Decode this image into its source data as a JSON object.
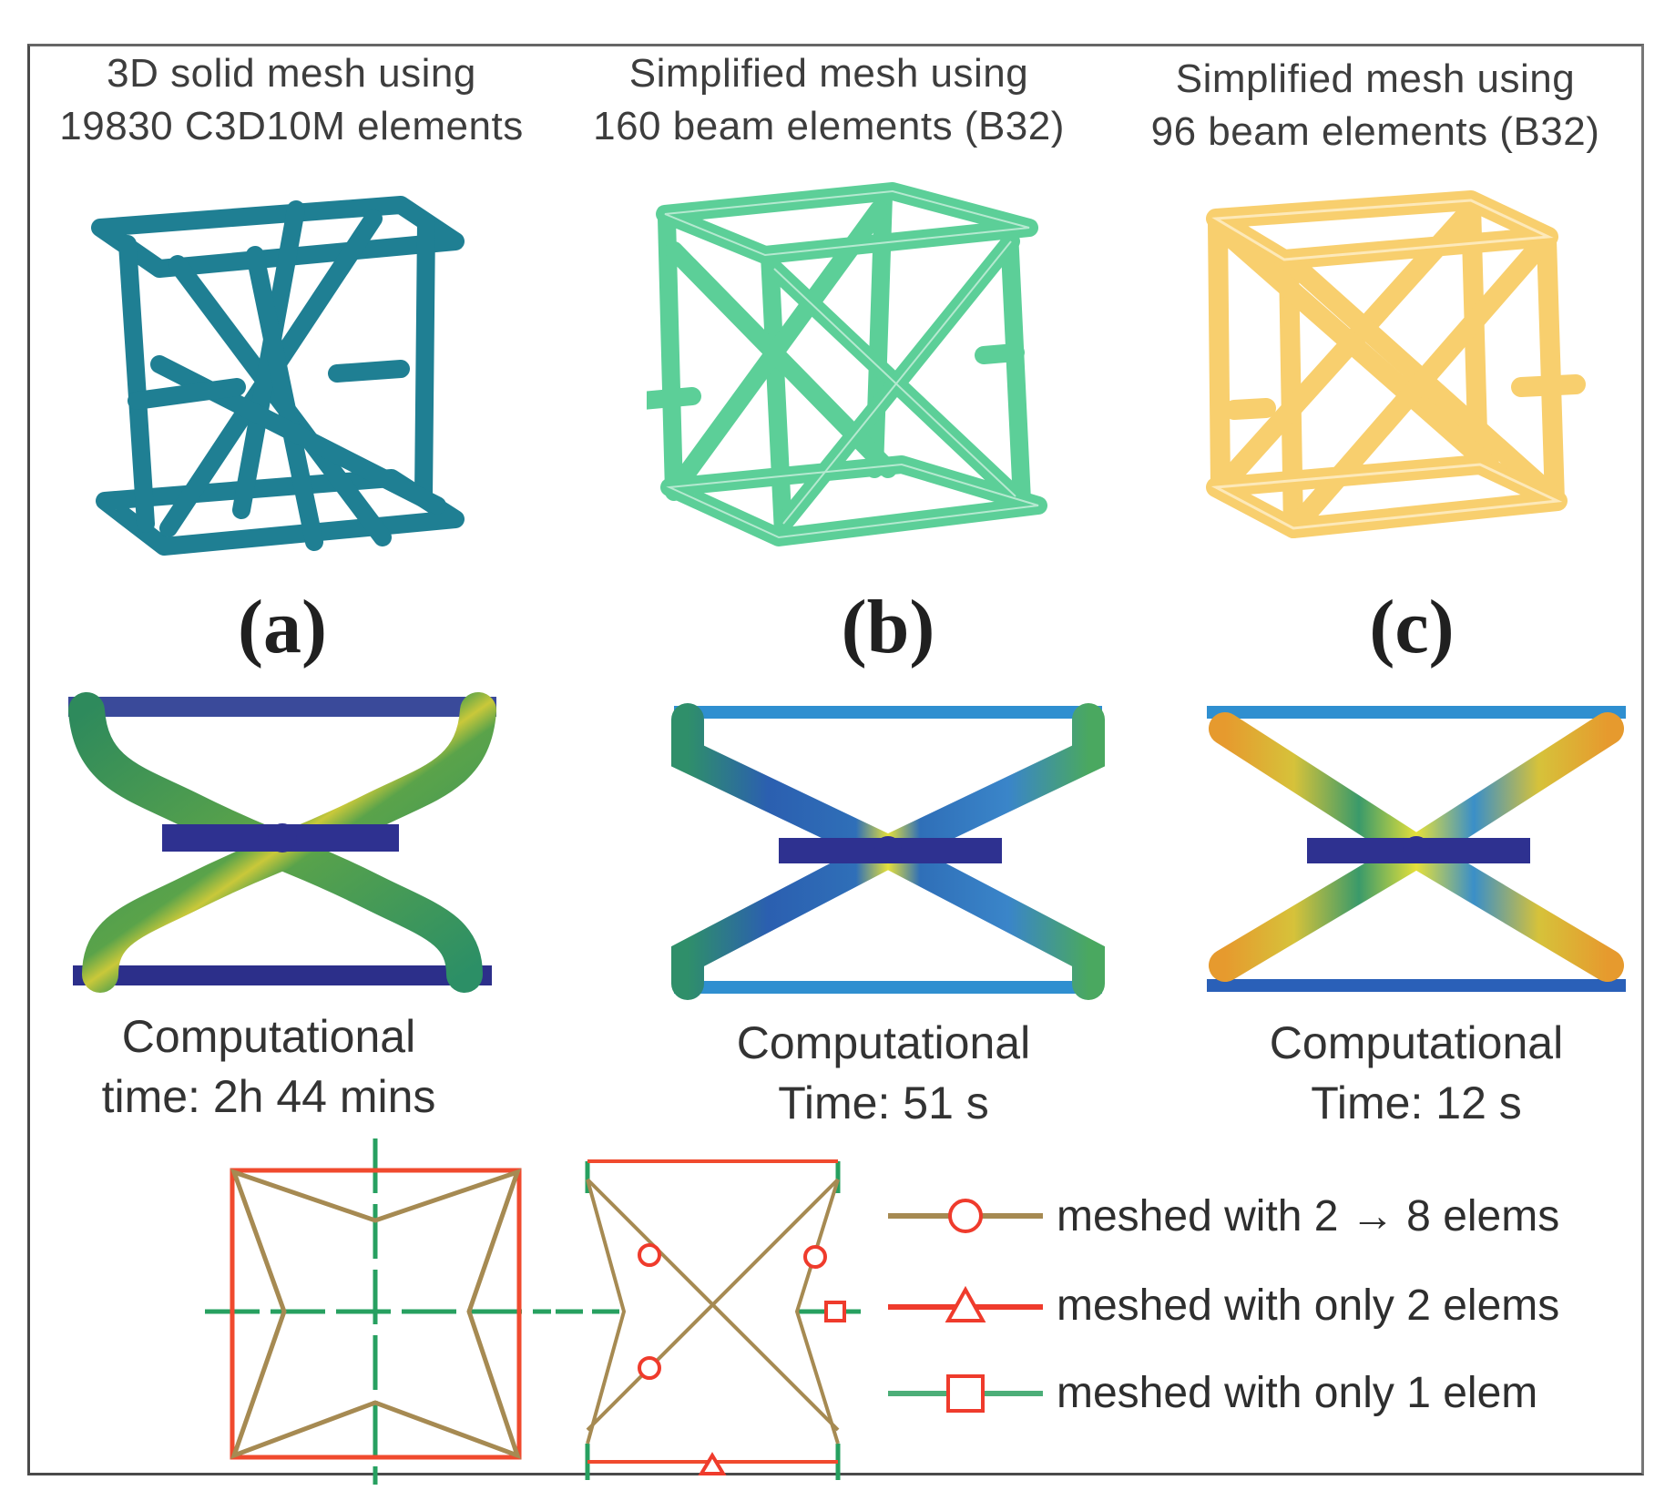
{
  "headers": {
    "a": [
      "3D solid mesh using",
      "19830 C3D10M elements"
    ],
    "b": [
      "Simplified mesh using",
      "160 beam elements (B32)"
    ],
    "c": [
      "Simplified mesh using",
      "96 beam elements (B32)"
    ]
  },
  "panel_labels": {
    "a": "(a)",
    "b": "(b)",
    "c": "(c)"
  },
  "computational_time": {
    "a": [
      "Computational",
      "time: 2h 44 mins"
    ],
    "b": [
      "Computational",
      "Time: 51 s"
    ],
    "c": [
      "Computational",
      "Time: 12 s"
    ]
  },
  "legend": {
    "items": [
      {
        "text": "meshed with 2 → 8 elems",
        "marker": "circle",
        "line_color": "#a68a52"
      },
      {
        "text": "meshed with only 2 elems",
        "marker": "triangle",
        "line_color": "#ef3b2c"
      },
      {
        "text": "meshed with only 1 elem",
        "marker": "square",
        "line_color": "#4cae78"
      }
    ]
  },
  "colors": {
    "mesh_a": "#1f7f93",
    "mesh_b": "#5ccf98",
    "mesh_c": "#f8cf6e",
    "marker_red": "#ef3b2c",
    "frame_red": "#f04a2e",
    "strut_tan": "#a68a52",
    "axis_green": "#27a060",
    "contour_dark": "#2c2f8a"
  }
}
